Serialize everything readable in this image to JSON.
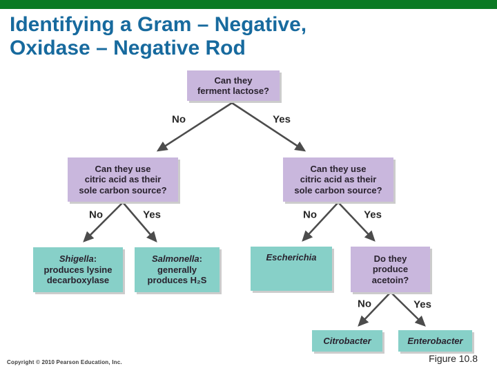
{
  "slide": {
    "title_line1": "Identifying a Gram – Negative,",
    "title_line2": "Oxidase – Negative Rod",
    "footer_left": "Copyright © 2010 Pearson Education, Inc.",
    "footer_right": "Figure 10.8"
  },
  "colors": {
    "top_bar": "#0a7a23",
    "title_text": "#176a9e",
    "question_box": "#c9b7dd",
    "result_box": "#87d0c8",
    "arrow": "#4c4c4c",
    "box_text": "#29222e"
  },
  "flowchart": {
    "labels": {
      "no": "No",
      "yes": "Yes"
    },
    "nodes": {
      "q1": {
        "type": "question",
        "line1": "Can they",
        "line2": "ferment lactose?"
      },
      "q2": {
        "type": "question",
        "line1": "Can they use",
        "line2": "citric acid as their",
        "line3": "sole carbon source?"
      },
      "q3": {
        "type": "question",
        "line1": "Can they use",
        "line2": "citric acid as their",
        "line3": "sole carbon source?"
      },
      "q4": {
        "type": "question",
        "line1": "Do they",
        "line2": "produce",
        "line3": "acetoin?"
      },
      "shigella": {
        "type": "result",
        "name": "Shigella",
        "name_suffix": ":",
        "line2": "produces lysine",
        "line3": "decarboxylase"
      },
      "salmonella": {
        "type": "result",
        "name": "Salmonella",
        "name_suffix": ":",
        "line2": "generally",
        "line3": "produces H₂S"
      },
      "escherichia": {
        "type": "result",
        "name": "Escherichia"
      },
      "citrobacter": {
        "type": "result",
        "name": "Citrobacter"
      },
      "enterobacter": {
        "type": "result",
        "name": "Enterobacter"
      }
    }
  }
}
